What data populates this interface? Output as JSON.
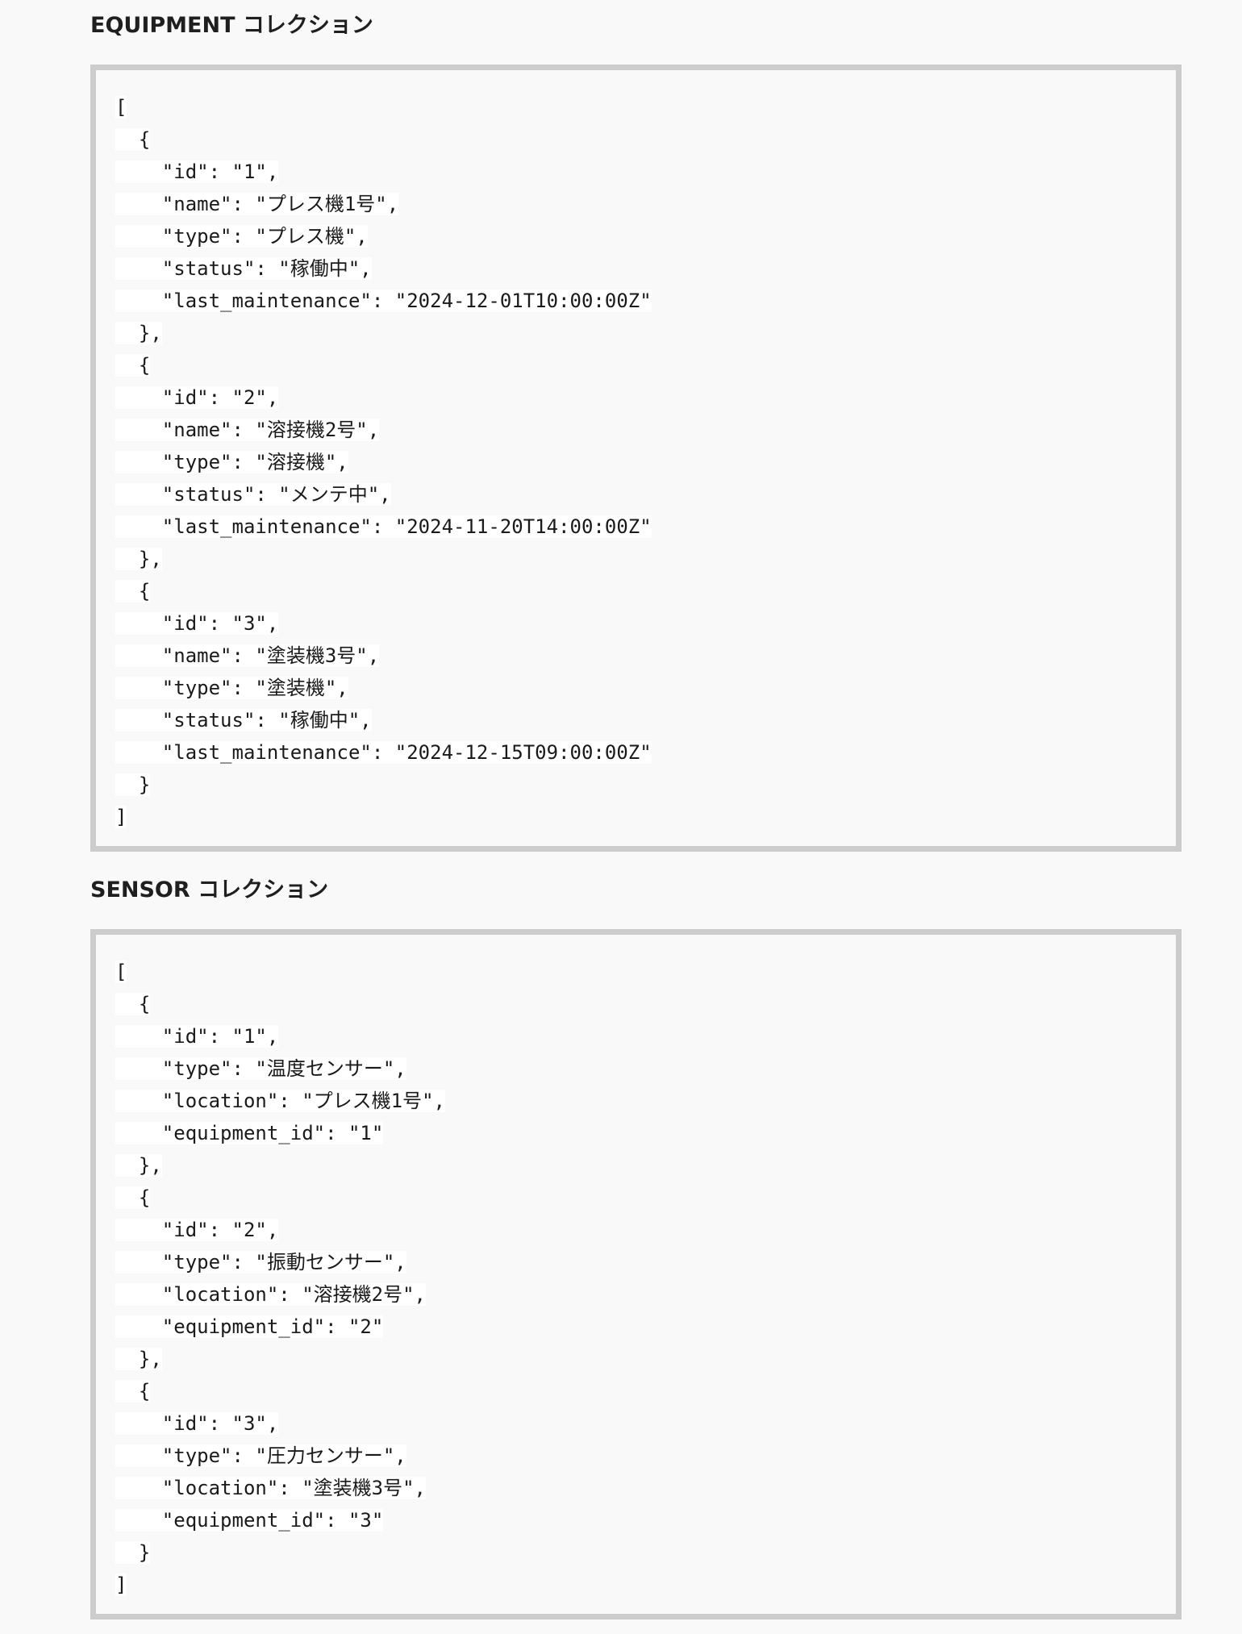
{
  "sections": [
    {
      "title": "EQUIPMENT コレクション",
      "lines": [
        "[",
        "  {",
        "    \"id\": \"1\",",
        "    \"name\": \"プレス機1号\",",
        "    \"type\": \"プレス機\",",
        "    \"status\": \"稼働中\",",
        "    \"last_maintenance\": \"2024-12-01T10:00:00Z\"",
        "  },",
        "  {",
        "    \"id\": \"2\",",
        "    \"name\": \"溶接機2号\",",
        "    \"type\": \"溶接機\",",
        "    \"status\": \"メンテ中\",",
        "    \"last_maintenance\": \"2024-11-20T14:00:00Z\"",
        "  },",
        "  {",
        "    \"id\": \"3\",",
        "    \"name\": \"塗装機3号\",",
        "    \"type\": \"塗装機\",",
        "    \"status\": \"稼働中\",",
        "    \"last_maintenance\": \"2024-12-15T09:00:00Z\"",
        "  }",
        "]"
      ]
    },
    {
      "title": "SENSOR コレクション",
      "lines": [
        "[",
        "  {",
        "    \"id\": \"1\",",
        "    \"type\": \"温度センサー\",",
        "    \"location\": \"プレス機1号\",",
        "    \"equipment_id\": \"1\"",
        "  },",
        "  {",
        "    \"id\": \"2\",",
        "    \"type\": \"振動センサー\",",
        "    \"location\": \"溶接機2号\",",
        "    \"equipment_id\": \"2\"",
        "  },",
        "  {",
        "    \"id\": \"3\",",
        "    \"type\": \"圧力センサー\",",
        "    \"location\": \"塗装機3号\",",
        "    \"equipment_id\": \"3\"",
        "  }",
        "]"
      ]
    }
  ]
}
